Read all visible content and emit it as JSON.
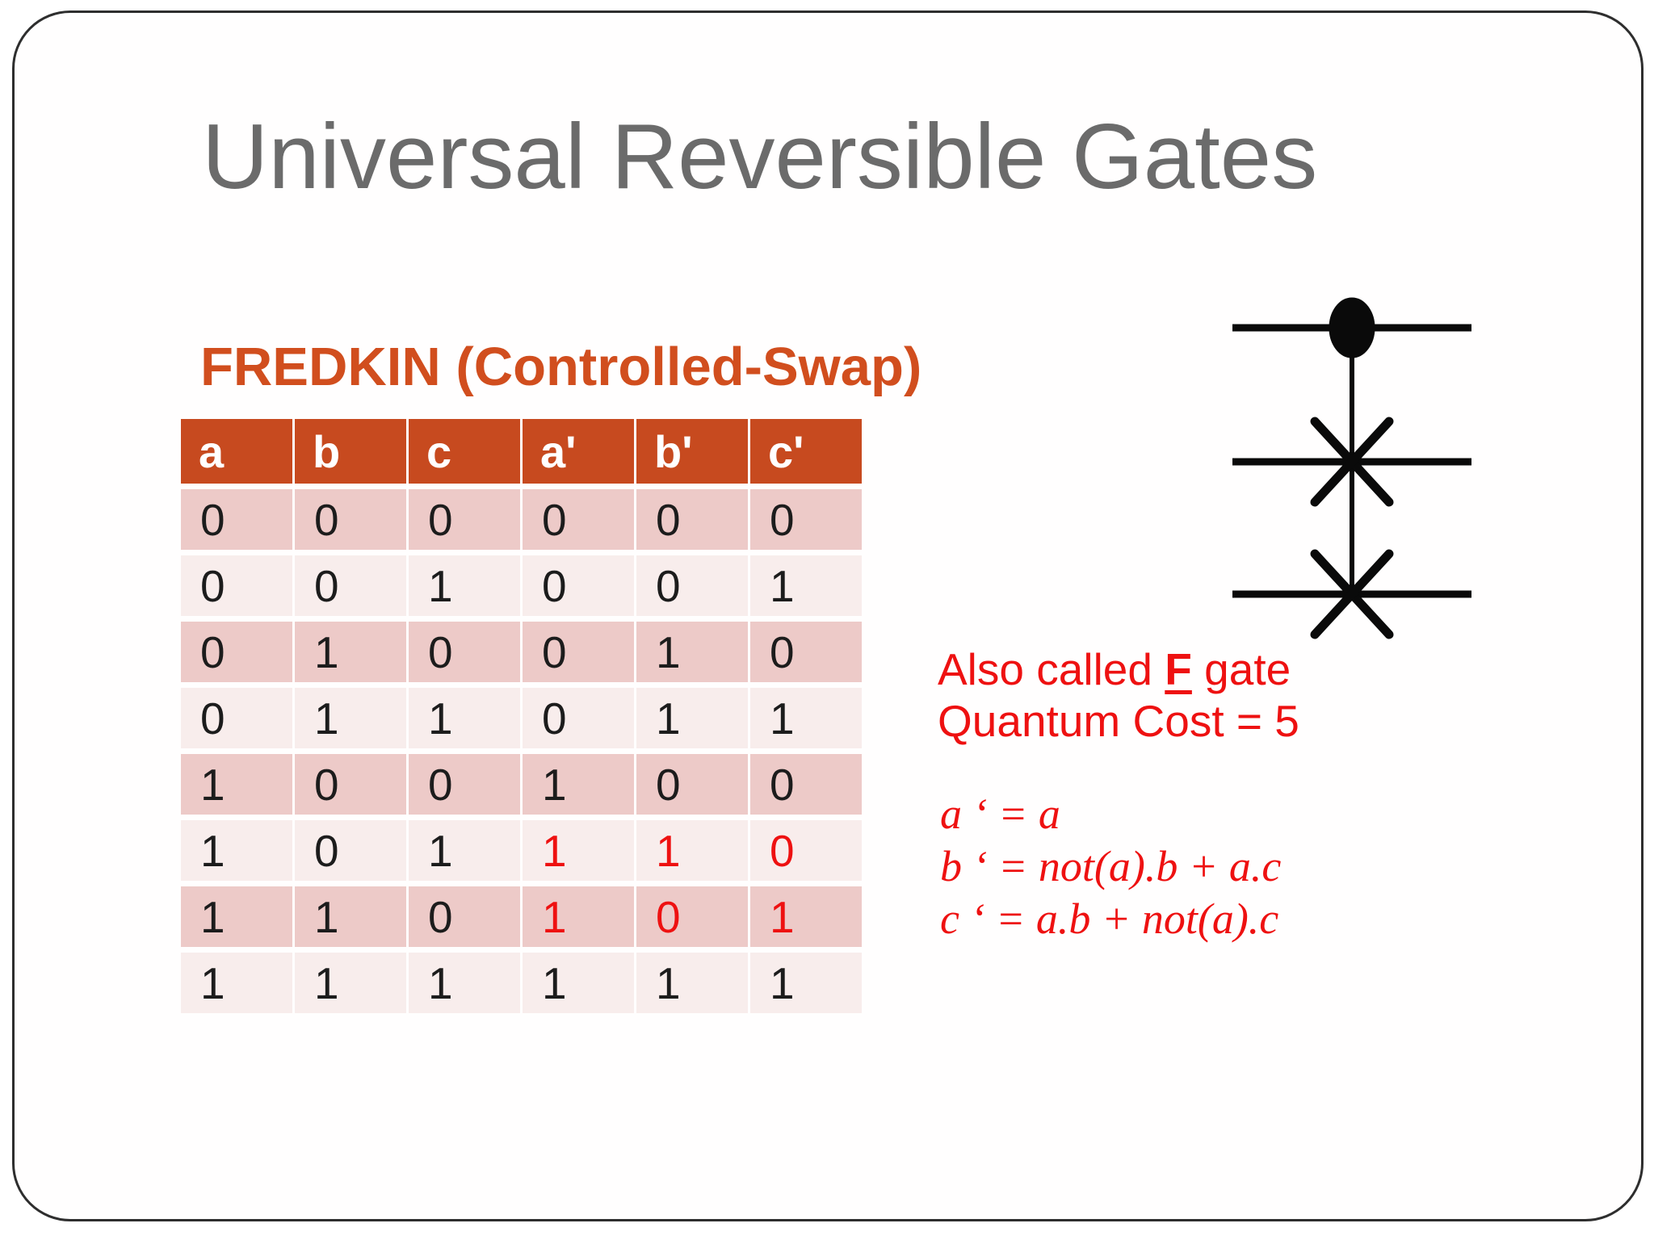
{
  "slide": {
    "title": "Universal Reversible Gates",
    "heading": "FREDKIN (Controlled-Swap)"
  },
  "table": {
    "columns": [
      "a",
      "b",
      "c",
      "a'",
      "b'",
      "c'"
    ],
    "rows": [
      [
        "0",
        "0",
        "0",
        "0",
        "0",
        "0"
      ],
      [
        "0",
        "0",
        "1",
        "0",
        "0",
        "1"
      ],
      [
        "0",
        "1",
        "0",
        "0",
        "1",
        "0"
      ],
      [
        "0",
        "1",
        "1",
        "0",
        "1",
        "1"
      ],
      [
        "1",
        "0",
        "0",
        "1",
        "0",
        "0"
      ],
      [
        "1",
        "0",
        "1",
        "1",
        "1",
        "0"
      ],
      [
        "1",
        "1",
        "0",
        "1",
        "0",
        "1"
      ],
      [
        "1",
        "1",
        "1",
        "1",
        "1",
        "1"
      ]
    ],
    "highlight_rows": [
      5,
      6
    ],
    "highlight_cols": [
      3,
      4,
      5
    ]
  },
  "notes": {
    "line1_prefix": "Also called ",
    "line1_emphasis": "F",
    "line1_suffix": " gate",
    "line2": "Quantum Cost = 5"
  },
  "equations": [
    "a ‘ = a",
    "b ‘ = not(a).b + a.c",
    "c ‘ = a.b + not(a).c"
  ],
  "diagram": {
    "description": "Fredkin controlled-swap gate symbol: control dot on top wire linked to swap crosses on middle and bottom wires"
  },
  "colors": {
    "title_gray": "#6b6b6b",
    "heading_orange": "#d14e1e",
    "header_bg": "#c74a1f",
    "row_dark": "#edcac8",
    "row_light": "#f8edec",
    "red": "#ee1111"
  }
}
